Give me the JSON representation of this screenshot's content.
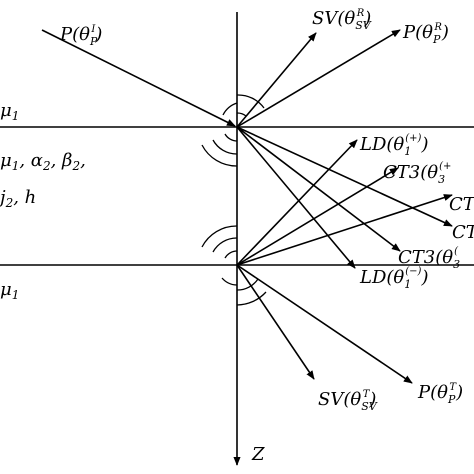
{
  "labels": {
    "incident_p": "P(θ_P^I)",
    "reflected_sv": "SV(θ_SV^R)",
    "reflected_p": "P(θ_P^R)",
    "layer_top_mu": "μ1",
    "layer_params_1": "μ1, α2, β2,",
    "layer_params_2": "j2, h",
    "layer_bottom_mu": "μ1",
    "ld_plus": "LD(θ1^(+))",
    "ct3_a": "CT3(θ3^(+",
    "ct_a": "CT",
    "ct_b": "CT",
    "ct3_b": "CT3(θ3^(",
    "ld_minus": "LD(θ1^(−))",
    "transmitted_sv": "SV(θ_SV^T)",
    "transmitted_p": "P(θ_P^T)",
    "z_axis": "Z"
  }
}
